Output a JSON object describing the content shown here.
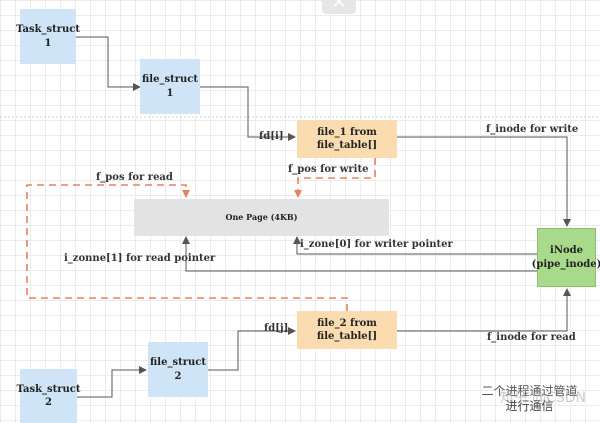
{
  "close_button": {
    "glyph": "×"
  },
  "nodes": {
    "task_struct_1": "Task_struct\n1",
    "file_struct_1": "file_struct 1",
    "file_1": "file_1 from file_table[]",
    "page": "One Page (4KB)",
    "inode": "iNode\n(pipe_inode)",
    "file_2": "file_2 from file_table[]",
    "file_struct_2": "file_struct 2",
    "task_struct_2": "Task_struct\n2"
  },
  "edge_labels": {
    "fd_i": "fd[i]",
    "fd_j": "fd[j]",
    "f_inode_write": "f_inode for write",
    "f_inode_read": "f_inode for read",
    "f_pos_read": "f_pos  for read",
    "f_pos_write": "f_pos  for write",
    "i_zone_0": "i_zone[0] for writer pointer",
    "i_zonne_1": "i_zonne[1] for read pointer"
  },
  "watermark": {
    "line1": "二个进程通过管道",
    "line2": "进行通信",
    "overlay": "知乎 @CSDN"
  },
  "colors": {
    "task_struct": "#cfe4f7",
    "file": "#fbdcb0",
    "page": "#e3e3e3",
    "inode": "#a9d98a",
    "solid_edge": "#555555",
    "dashed_edge": "#e8825c"
  }
}
